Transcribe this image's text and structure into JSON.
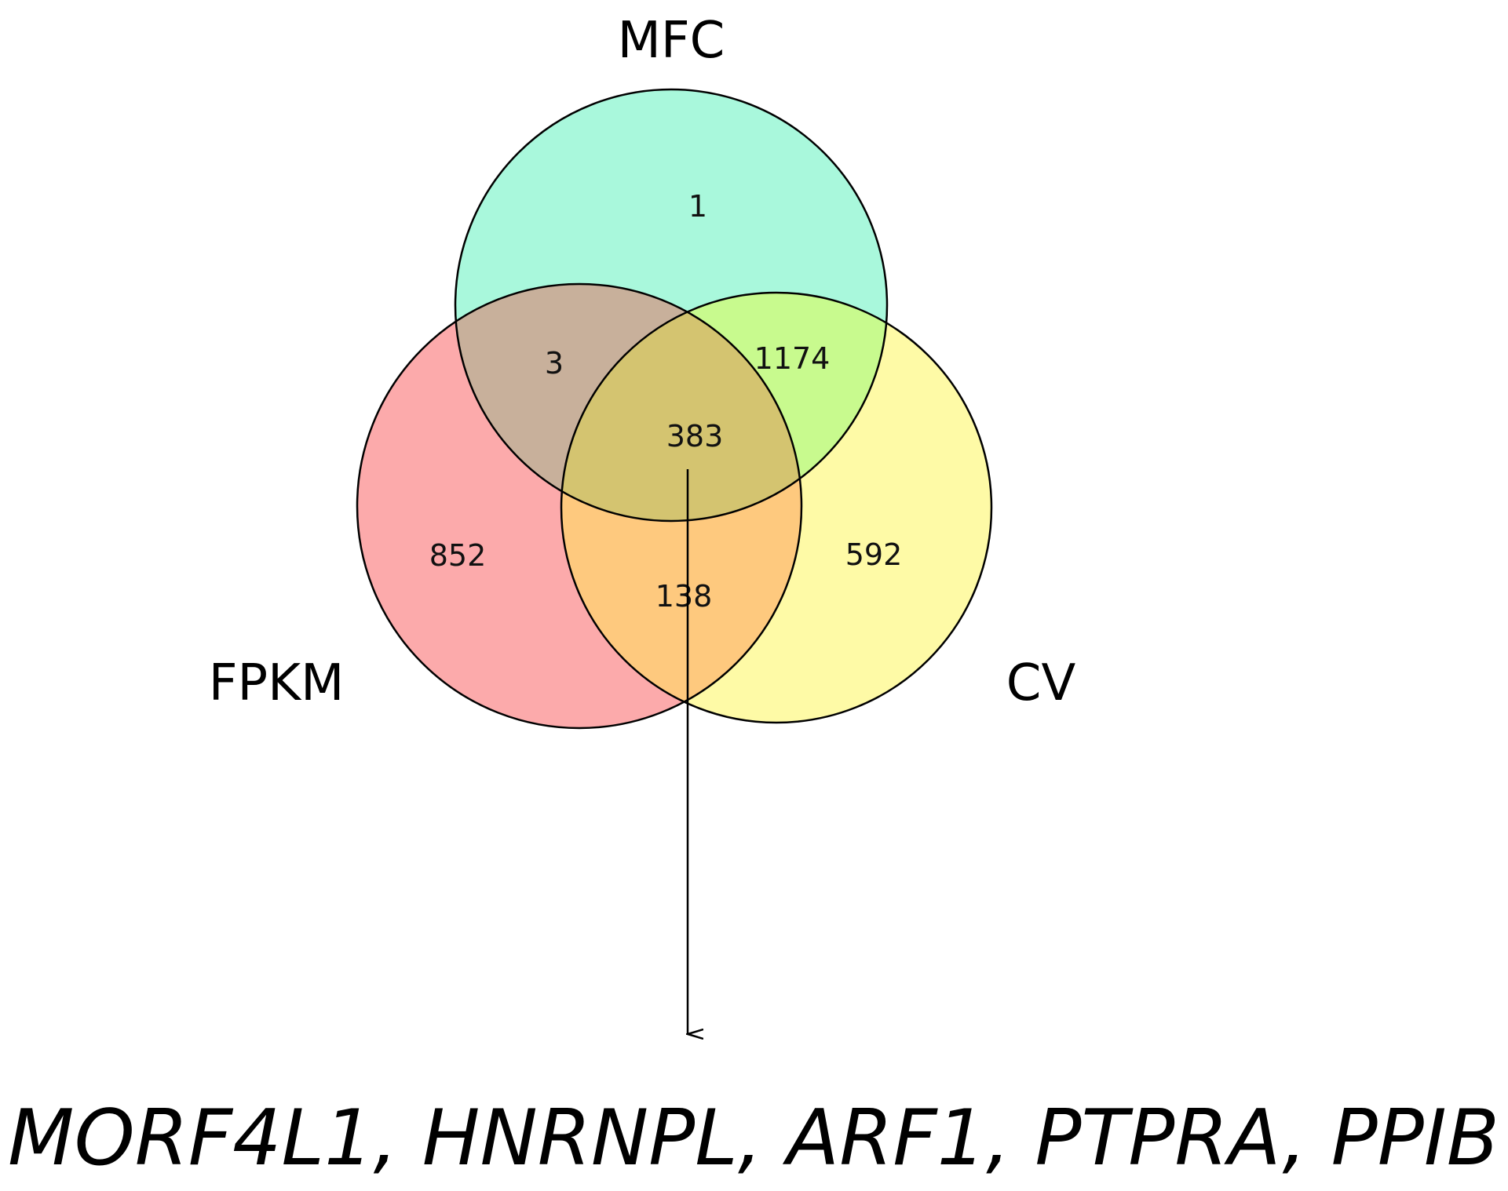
{
  "sets": [
    {
      "id": "mfc",
      "label": "MFC",
      "color": "#a9f8dc"
    },
    {
      "id": "fpkm",
      "label": "FPKM",
      "color": "#fcaaab"
    },
    {
      "id": "cv",
      "label": "CV",
      "color": "#fefaa6"
    }
  ],
  "regions": {
    "mfc_only": "1",
    "mfc_fpkm": "3",
    "mfc_cv": "1174",
    "all_three": "383",
    "fpkm_only": "852",
    "fpkm_cv": "138",
    "cv_only": "592"
  },
  "region_colors": {
    "mfc_fpkm": "#c8b09b",
    "mfc_cv": "#c8fa8e",
    "all_three": "#d4c470",
    "fpkm_cv": "#fec97e",
    "mfc_cv_text": "#5a9e3c"
  },
  "gene_list": "MORF4L1, HNRNPL, ARF1, PTPRA, PPIB"
}
